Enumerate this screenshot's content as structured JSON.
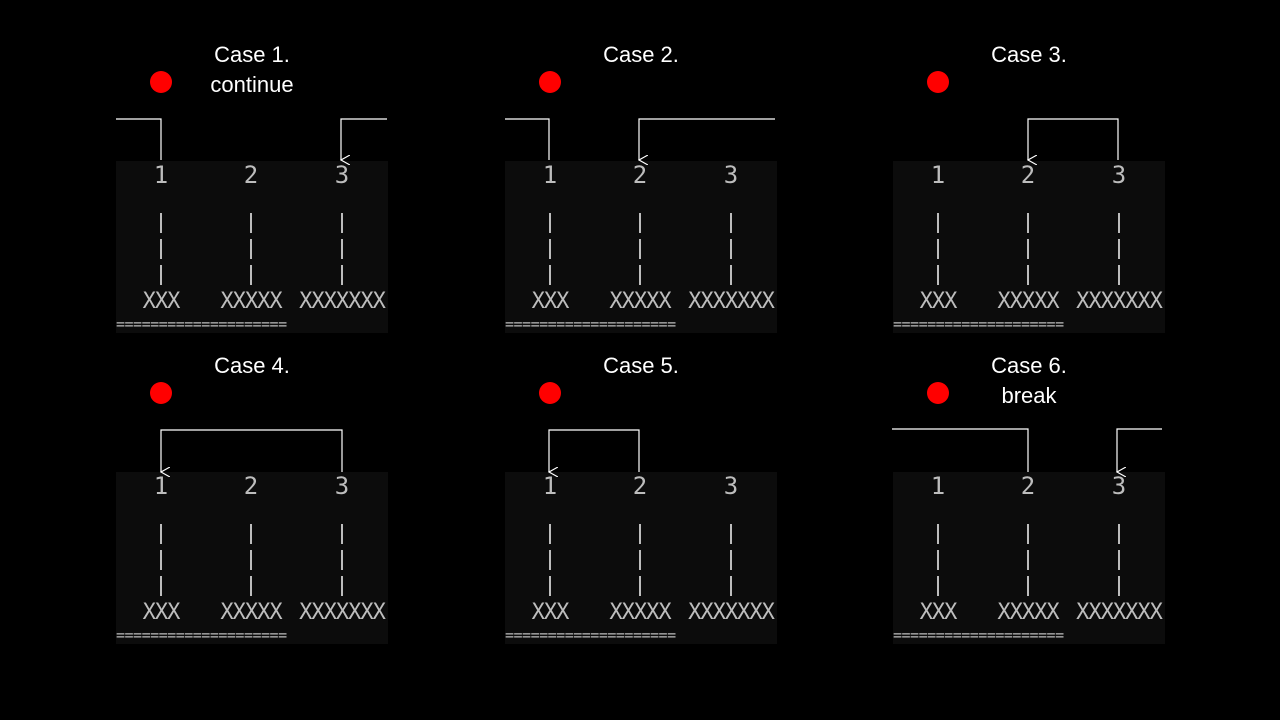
{
  "colors": {
    "background": "#000000",
    "dot": "#ff0000",
    "panel": "#0c0c0c",
    "text": "#ffffff",
    "glyph": "#bdbdbd"
  },
  "cases": [
    {
      "title": "Case 1.",
      "subtitle": "continue"
    },
    {
      "title": "Case 2.",
      "subtitle": ""
    },
    {
      "title": "Case 3.",
      "subtitle": ""
    },
    {
      "title": "Case 4.",
      "subtitle": ""
    },
    {
      "title": "Case 5.",
      "subtitle": ""
    },
    {
      "title": "Case 6.",
      "subtitle": "break"
    }
  ],
  "pegs": [
    "1",
    "2",
    "3"
  ],
  "disks": [
    "XXX",
    "XXXXX",
    "XXXXXXX"
  ],
  "base": "===================="
}
